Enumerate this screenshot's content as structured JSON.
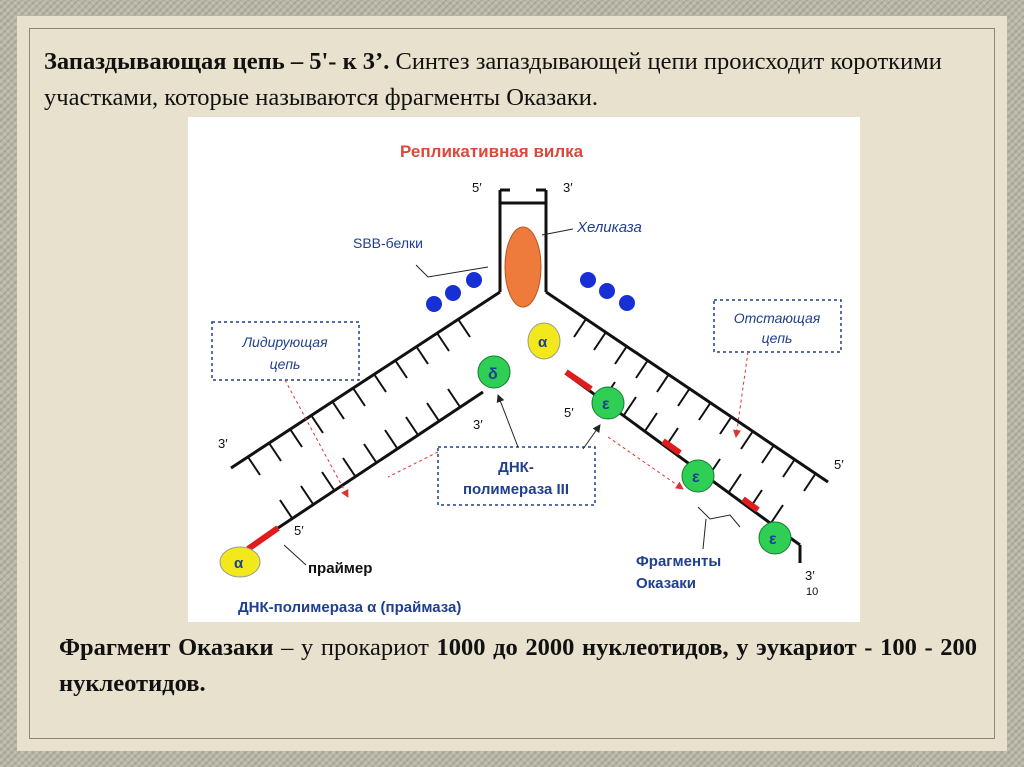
{
  "top": {
    "bold_lead": "Запаздывающая цепь – 5'- к 3’.",
    "rest": " Синтез запаздывающей цепи происходит короткими участками, которые называются фрагменты Оказаки."
  },
  "diagram": {
    "title": "Репликативная вилка",
    "helicase": "Хеликаза",
    "ssb": "SBB-белки",
    "leading_line1": "Лидирующая",
    "leading_line2": "цепь",
    "lagging_line1": "Отстающая",
    "lagging_line2": "цепь",
    "pol3_line1": "ДНК-",
    "pol3_line2": "полимераза III",
    "primer": "праймер",
    "primase": "ДНК-полимераза α (праймаза)",
    "okazaki_line1": "Фрагменты",
    "okazaki_line2": "Оказаки",
    "alpha": "α",
    "delta": "δ",
    "epsilon": "ε",
    "p5": "5′",
    "p3": "3′",
    "page_num": "10",
    "colors": {
      "title": "#d94a3a",
      "label": "#1f3f8f",
      "helicase": "#ee7a3c",
      "ssb": "#1630d6",
      "polymerase": "#2fcf56",
      "primase": "#f2e81c",
      "primer": "#e11c1c"
    }
  },
  "bottom": {
    "bold1": "Фрагмент Оказаки",
    "n1": " – у прокариот ",
    "bold2": "1000 до 2000 нуклеотидов, у эукариот - 100 - 200 нуклеотидов."
  }
}
